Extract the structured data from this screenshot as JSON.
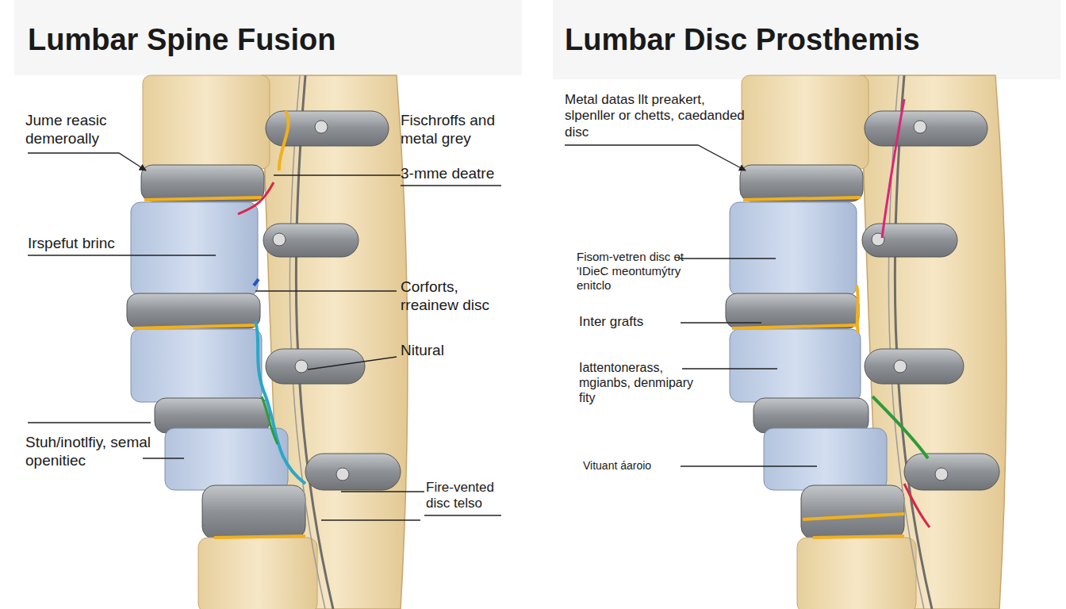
{
  "diagram": {
    "labels": [
      "Lumbar Spine Fusion",
      "Lumbar Disc Prosthemis",
      "Jume reasic demeroally",
      "Irspefut brinc",
      "Stuh/inotlfiy, semal openitiec",
      "Fischroffs and metal grey",
      "3-mme deatre",
      "Corforts, rreainew disc",
      "Nitural",
      "Fire-vented disc telso",
      "Metal datas llt preakert, slpenller or chetts, caedanded disc",
      "Fisom-vetren disc et 'IDieC meontumýtry enitclo",
      "Inter grafts",
      "Iattentonerass, mgianbs, denmipary fity",
      "Vituant áaroio"
    ]
  }
}
